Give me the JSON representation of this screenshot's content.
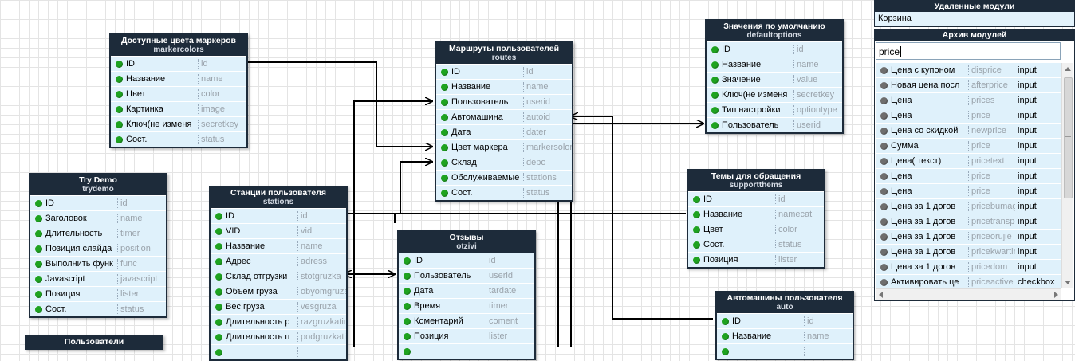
{
  "tables": {
    "markercolors": {
      "title": "Доступные цвета маркеров",
      "sys": "markercolors",
      "fields": [
        [
          "ID",
          "id"
        ],
        [
          "Название",
          "name"
        ],
        [
          "Цвет",
          "color"
        ],
        [
          "Картинка",
          "image"
        ],
        [
          "Ключ(не изменя",
          "secretkey"
        ],
        [
          "Сост.",
          "status"
        ]
      ]
    },
    "trydemo": {
      "title": "Try Demo",
      "sys": "trydemo",
      "fields": [
        [
          "ID",
          "id"
        ],
        [
          "Заголовок",
          "name"
        ],
        [
          "Длительность",
          "timer"
        ],
        [
          "Позиция слайда",
          "position"
        ],
        [
          "Выполнить функ",
          "func"
        ],
        [
          "Javascript",
          "javascript"
        ],
        [
          "Позиция",
          "lister"
        ],
        [
          "Сост.",
          "status"
        ]
      ]
    },
    "users": {
      "title": "Пользователи",
      "sys": "",
      "fields": []
    },
    "stations": {
      "title": "Станции пользователя",
      "sys": "stations",
      "fields": [
        [
          "ID",
          "id"
        ],
        [
          "VID",
          "vid"
        ],
        [
          "Название",
          "name"
        ],
        [
          "Адрес",
          "adress"
        ],
        [
          "Склад отгрузки",
          "stotgruzka"
        ],
        [
          "Объем груза",
          "obyomgruza"
        ],
        [
          "Вес груза",
          "vesgruza"
        ],
        [
          "Длительность р",
          "razgruzkatime"
        ],
        [
          "Длительность п",
          "podgruzkatime"
        ],
        [
          "",
          ""
        ]
      ]
    },
    "routes": {
      "title": "Маршруты пользователей",
      "sys": "routes",
      "fields": [
        [
          "ID",
          "id"
        ],
        [
          "Название",
          "name"
        ],
        [
          "Пользователь",
          "userid"
        ],
        [
          "Автомашина",
          "autoid"
        ],
        [
          "Дата",
          "dater"
        ],
        [
          "Цвет маркера",
          "markersoloric"
        ],
        [
          "Склад",
          "depo"
        ],
        [
          "Обслуживаемые",
          "stations"
        ],
        [
          "Сост.",
          "status"
        ]
      ]
    },
    "otzivi": {
      "title": "Отзывы",
      "sys": "otzivi",
      "fields": [
        [
          "ID",
          "id"
        ],
        [
          "Пользователь",
          "userid"
        ],
        [
          "Дата",
          "tardate"
        ],
        [
          "Время",
          "timer"
        ],
        [
          "Коментарий",
          "coment"
        ],
        [
          "Позиция",
          "lister"
        ],
        [
          "",
          ""
        ]
      ]
    },
    "defaultoptions": {
      "title": "Значения по умолчанию",
      "sys": "defaultoptions",
      "fields": [
        [
          "ID",
          "id"
        ],
        [
          "Название",
          "name"
        ],
        [
          "Значение",
          "value"
        ],
        [
          "Ключ(не изменя",
          "secretkey"
        ],
        [
          "Тип настройки",
          "optiontype"
        ],
        [
          "Пользователь",
          "userid"
        ]
      ]
    },
    "supportthems": {
      "title": "Темы для обращения",
      "sys": "supportthems",
      "fields": [
        [
          "ID",
          "id"
        ],
        [
          "Название",
          "namecat"
        ],
        [
          "Цвет",
          "color"
        ],
        [
          "Сост.",
          "status"
        ],
        [
          "Позиция",
          "lister"
        ]
      ]
    },
    "auto": {
      "title": "Автомашины пользователя",
      "sys": "auto",
      "fields": [
        [
          "ID",
          "id"
        ],
        [
          "Название",
          "name"
        ],
        [
          "",
          ""
        ]
      ]
    }
  },
  "deleted_modules": {
    "title": "Удаленные модули",
    "items": [
      "Корзина"
    ]
  },
  "module_archive": {
    "title": "Архив модулей",
    "search_value": "price",
    "rows": [
      [
        "Цена с купоном",
        "disprice",
        "input"
      ],
      [
        "Новая цена посл",
        "afterprice",
        "input"
      ],
      [
        "Цена",
        "prices",
        "input"
      ],
      [
        "Цена",
        "price",
        "input"
      ],
      [
        "Цена со скидкой",
        "newprice",
        "input"
      ],
      [
        "Сумма",
        "price",
        "input"
      ],
      [
        "Цена( текст)",
        "pricetext",
        "input"
      ],
      [
        "Цена",
        "price",
        "input"
      ],
      [
        "Цена",
        "price",
        "input"
      ],
      [
        "Цена за 1 догов",
        "pricebumaga",
        "input"
      ],
      [
        "Цена за 1 догов",
        "pricetransport",
        "input"
      ],
      [
        "Цена за 1 догов",
        "priceorujie",
        "input"
      ],
      [
        "Цена за 1 догов",
        "pricekwartira",
        "input"
      ],
      [
        "Цена за 1 догов",
        "pricedom",
        "input"
      ],
      [
        "Активировать це",
        "priceactive",
        "checkbox"
      ]
    ]
  }
}
